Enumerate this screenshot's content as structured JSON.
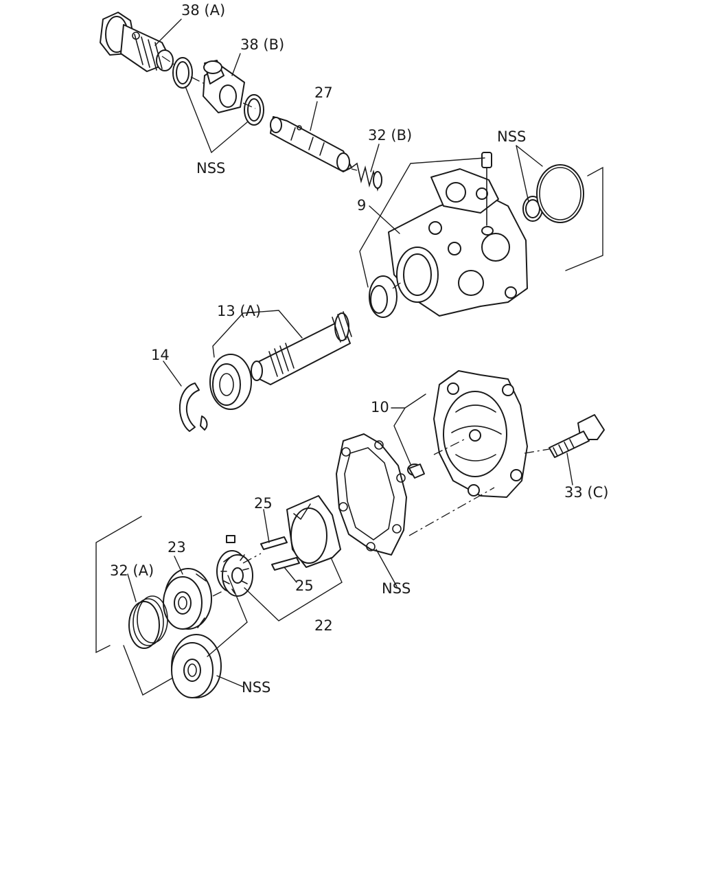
{
  "diagram": {
    "labels": {
      "p38a": "38 (A)",
      "p38b": "38 (B)",
      "nss_top": "NSS",
      "p27": "27",
      "p32b": "32 (B)",
      "nss_right": "NSS",
      "p9": "9",
      "p13a": "13 (A)",
      "p14": "14",
      "p10": "10",
      "p33c": "33 (C)",
      "p25a": "25",
      "p25b": "25",
      "nss_mid": "NSS",
      "p23": "23",
      "p32a": "32 (A)",
      "p22": "22",
      "nss_bottom": "NSS"
    }
  }
}
